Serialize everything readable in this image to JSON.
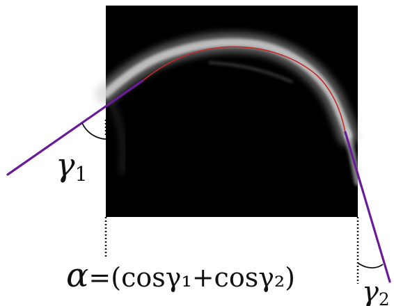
{
  "figure": {
    "gamma1_symbol": "γ",
    "gamma1_index": "1",
    "gamma2_symbol": "γ",
    "gamma2_index": "2",
    "formula_alpha": "α",
    "formula_rhs": "=(cosγ₁+cosγ₂)"
  },
  "colors": {
    "image_background": "#000000",
    "tangent_lines": "#6a1b9a",
    "fitted_curve": "#c62828",
    "guide_lines": "#111111"
  }
}
